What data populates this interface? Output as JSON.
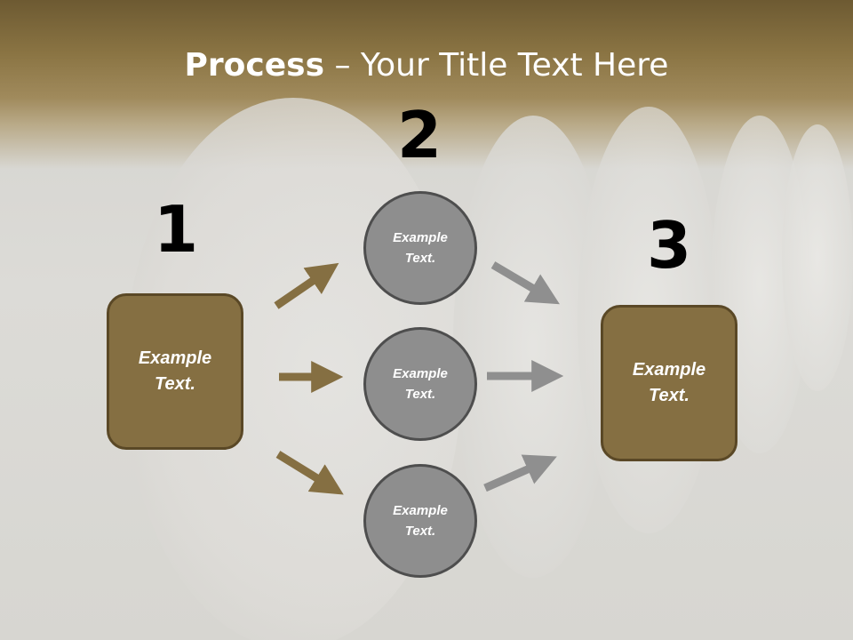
{
  "title": {
    "bold": "Process",
    "rest": " – Your Title Text Here"
  },
  "steps": [
    {
      "number": "1",
      "text": "Example Text."
    },
    {
      "number": "2",
      "items": [
        "Example Text.",
        "Example Text.",
        "Example Text."
      ]
    },
    {
      "number": "3",
      "text": "Example Text."
    }
  ],
  "colors": {
    "box_fill": "#856f42",
    "box_border": "#5a4826",
    "circle_fill": "#8e8e8e",
    "circle_border": "#4e4e4e",
    "arrow_gold": "#856f42",
    "arrow_gray": "#8f8f8f",
    "title_band": "#6d5a32"
  }
}
